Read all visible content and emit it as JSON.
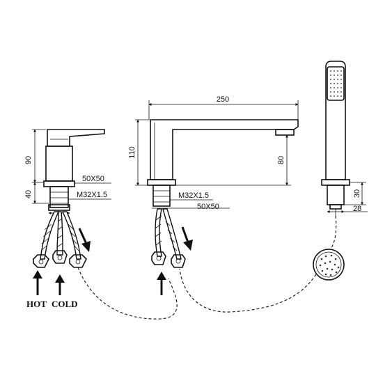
{
  "labels": {
    "hot": "HOT",
    "cold": "COLD"
  },
  "dimensions": {
    "valve_height": "90",
    "valve_base_height": "40",
    "valve_base_size": "50X50",
    "valve_thread": "M32X1.5",
    "spout_length": "250",
    "spout_height": "110",
    "spout_drop": "80",
    "spout_thread": "M32X1.5",
    "spout_base_size": "50X50",
    "shower_holder_height": "30",
    "shower_holder_width": "28"
  }
}
